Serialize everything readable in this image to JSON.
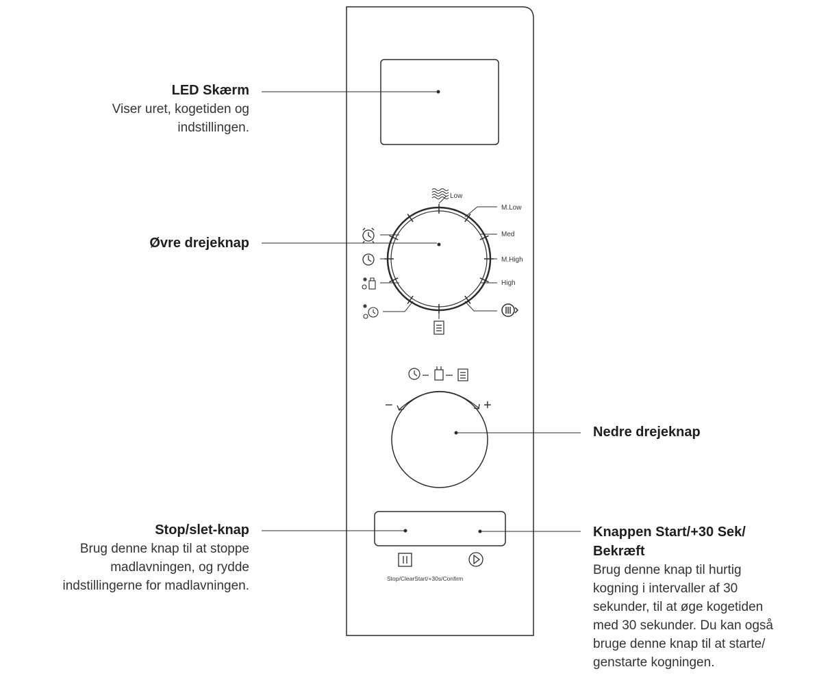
{
  "labels": {
    "led": {
      "title": "LED Skærm",
      "desc_lines": [
        "Viser uret, kogetiden og",
        "indstillingen."
      ]
    },
    "upper_knob": {
      "title": "Øvre drejeknap"
    },
    "lower_knob": {
      "title": "Nedre drejeknap"
    },
    "stop_button": {
      "title": "Stop/slet-knap",
      "desc_lines": [
        "Brug denne knap til at stoppe",
        "madlavningen, og rydde",
        "indstillingerne for madlavningen."
      ]
    },
    "start_button": {
      "title_lines": [
        "Knappen Start/+30 Sek/",
        "Bekræft"
      ],
      "desc_lines": [
        "Brug denne knap til hurtig",
        "kogning i intervaller af 30",
        "sekunder, til at øge kogetiden",
        "med 30 sekunder. Du kan også",
        "bruge denne knap til at starte/",
        "genstarte kogningen."
      ]
    }
  },
  "upper_dial": {
    "power_levels": [
      "Low",
      "M.Low",
      "Med",
      "M.High",
      "High"
    ],
    "icons": [
      "defrost-waves-icon",
      "alarm-clock-icon",
      "clock-icon",
      "auto-weight-defrost-icon",
      "time-defrost-icon",
      "menu-icon",
      "grill-icon"
    ]
  },
  "lower_dial": {
    "minus": "−",
    "plus": "+",
    "icons": [
      "clock-icon",
      "weight-icon",
      "menu-icon"
    ]
  },
  "buttons": {
    "caption": "Stop/ClearStart/+30s/Confirm",
    "icons": [
      "pause-icon",
      "play-icon"
    ]
  },
  "colors": {
    "line": "#2b2b2b",
    "text": "#222222"
  }
}
